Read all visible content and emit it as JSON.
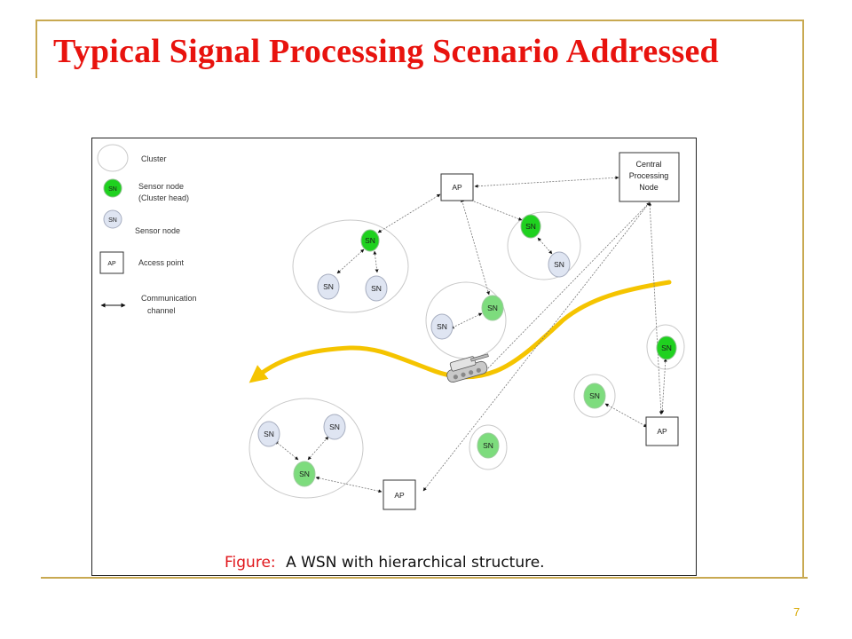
{
  "slide": {
    "title": "Typical Signal Processing Scenario Addressed",
    "page_number": "7"
  },
  "legend": {
    "cluster": "Cluster",
    "sensor_node_head": "Sensor node (Cluster head)",
    "sensor_node_head_line1": "Sensor node",
    "sensor_node_head_line2": "(Cluster head)",
    "sensor_node": "Sensor node",
    "access_point": "Access point",
    "comm_line1": "Communication",
    "comm_line2": "channel"
  },
  "labels": {
    "sn": "SN",
    "ap": "AP",
    "cpn_line1": "Central",
    "cpn_line2": "Processing",
    "cpn_line3": "Node"
  },
  "caption": {
    "prefix": "Figure:",
    "text": "A WSN with hierarchical structure."
  },
  "colors": {
    "title": "#e8130e",
    "rule": "#c8a951",
    "cluster_head": "#1fd11f",
    "sensor_node_plain": "#dfe5f2",
    "sensor_node_light_green": "#7ddc7d",
    "target_path": "#f5c400",
    "caption_prefix": "#e0161b"
  },
  "icons": {
    "target": "tank-icon"
  }
}
